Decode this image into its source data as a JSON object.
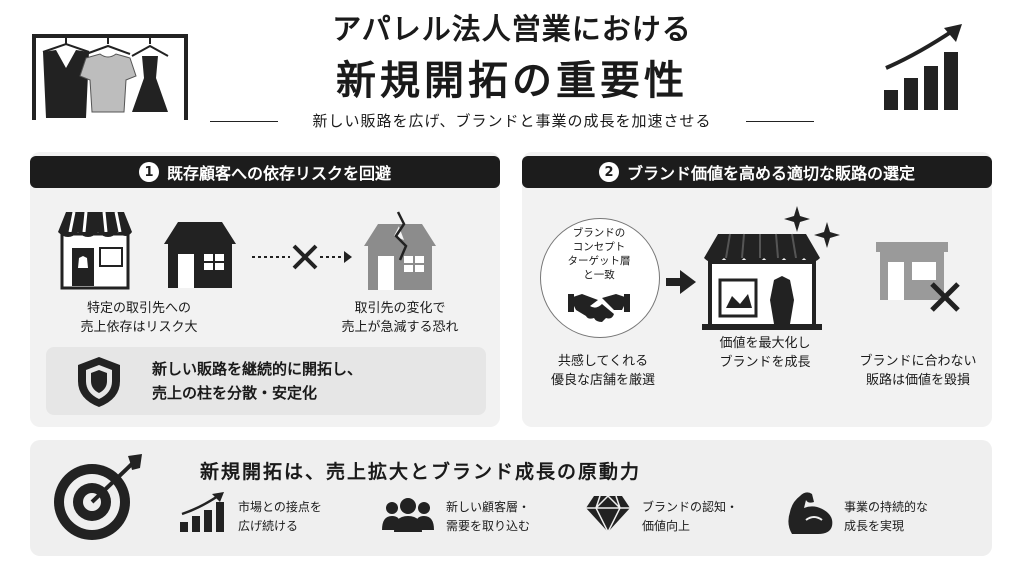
{
  "header": {
    "title_line1": "アパレル法人営業における",
    "title_line2": "新規開拓の重要性",
    "subtitle": "新しい販路を広げ、ブランドと事業の成長を加速させる"
  },
  "panel1": {
    "number": "1",
    "title": "既存顧客への依存リスクを回避",
    "caption_left": "特定の取引先への\n売上依存はリスク大",
    "caption_right": "取引先の変化で\n売上が急減する恐れ",
    "highlight": "新しい販路を継続的に開拓し、\n売上の柱を分散・安定化"
  },
  "panel2": {
    "number": "2",
    "title": "ブランド価値を高める適切な販路の選定",
    "circle_text": "ブランドの\nコンセプト\nターゲット層\nと一致",
    "caption_left": "共感してくれる\n優良な店舗を厳選",
    "caption_center": "価値を最大化し\nブランドを成長",
    "caption_right": "ブランドに合わない\n販路は価値を毀損"
  },
  "bottom": {
    "title": "新規開拓は、売上拡大とブランド成長の原動力",
    "items": [
      {
        "icon": "growth-chart-icon",
        "text": "市場との接点を\n広げ続ける"
      },
      {
        "icon": "people-icon",
        "text": "新しい顧客層・\n需要を取り込む"
      },
      {
        "icon": "diamond-icon",
        "text": "ブランドの認知・\n価値向上"
      },
      {
        "icon": "muscle-icon",
        "text": "事業の持続的な\n成長を実現"
      }
    ]
  },
  "colors": {
    "dark": "#1c1c1c",
    "panel": "#f2f2f2",
    "inner": "#e6e6e6"
  }
}
